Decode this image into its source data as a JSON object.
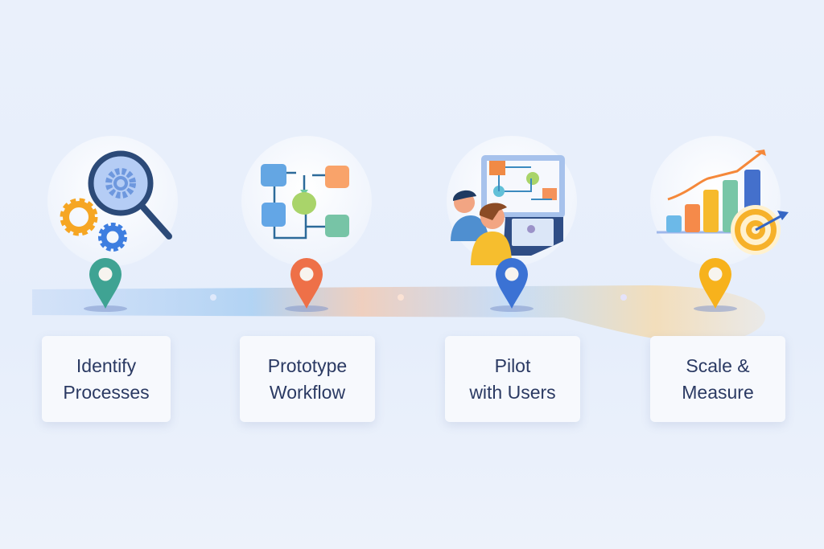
{
  "steps": [
    {
      "line1": "Identify",
      "line2": "Processes",
      "icon": "magnifier-gears-icon",
      "pin_color": "#3fa393"
    },
    {
      "line1": "Prototype",
      "line2": "Workflow",
      "icon": "flowchart-icon",
      "pin_color": "#ee7048"
    },
    {
      "line1": "Pilot",
      "line2": "with Users",
      "icon": "users-at-screen-icon",
      "pin_color": "#3b72d4"
    },
    {
      "line1": "Scale &",
      "line2": "Measure",
      "icon": "growth-chart-target-icon",
      "pin_color": "#f7b21c"
    }
  ]
}
